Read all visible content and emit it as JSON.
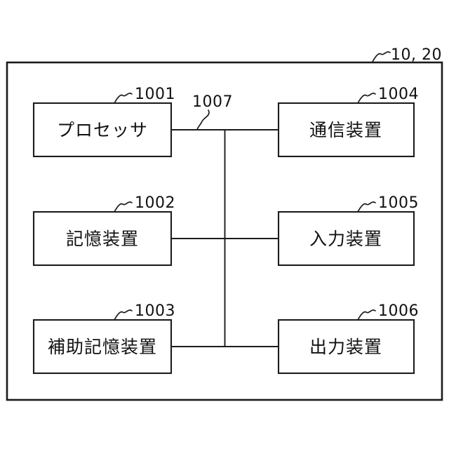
{
  "figure": {
    "frame_ref": "10, 20",
    "bus": {
      "ref": "1007"
    },
    "boxes": [
      {
        "id": "processor",
        "label": "プロセッサ",
        "ref": "1001"
      },
      {
        "id": "storage",
        "label": "記憶装置",
        "ref": "1002"
      },
      {
        "id": "auxiliary-storage",
        "label": "補助記憶装置",
        "ref": "1003"
      },
      {
        "id": "communication",
        "label": "通信装置",
        "ref": "1004"
      },
      {
        "id": "input-device",
        "label": "入力装置",
        "ref": "1005"
      },
      {
        "id": "output-device",
        "label": "出力装置",
        "ref": "1006"
      }
    ],
    "colors": {
      "line": "#1c1c1c",
      "background": "#ffffff"
    }
  }
}
